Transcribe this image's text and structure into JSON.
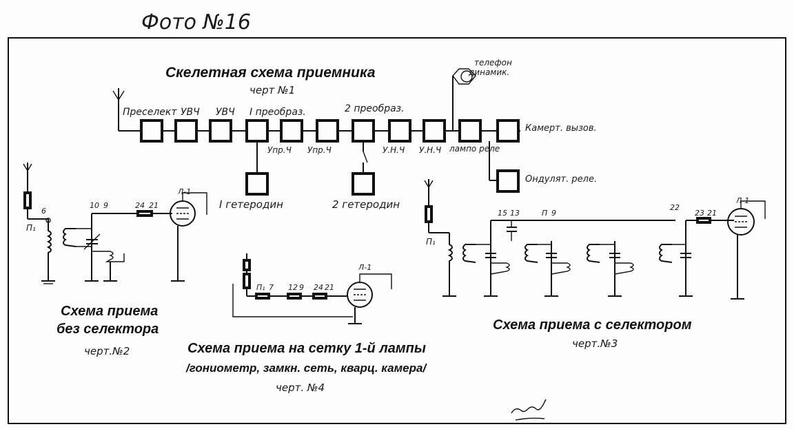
{
  "photo_label": "Фото №16",
  "block_diagram": {
    "title": "Скелетная схема приемника",
    "subtitle": "черт №1",
    "top_labels": [
      "Преселект",
      "УВЧ",
      "УВЧ",
      "I преобраз.",
      "2 преобраз."
    ],
    "bottom_labels": [
      "Упр.Ч",
      "Упр.Ч",
      "У.Н.Ч",
      "У.Н.Ч",
      "лампо реле"
    ],
    "right_labels": [
      "Камерт. вызов.",
      "Ондулят. реле."
    ],
    "speaker_label": "телефон динамик.",
    "heterodyne_1": "I гетеродин",
    "heterodyne_2": "2 гетеродин"
  },
  "diagram_2": {
    "title_line1": "Схема приема",
    "title_line2": "без селектора",
    "subtitle": "черт.№2",
    "labels": [
      "П₁",
      "6",
      "10",
      "9",
      "24",
      "21",
      "Л-1"
    ]
  },
  "diagram_3": {
    "title": "Схема приема с селектором",
    "subtitle": "черт.№3",
    "labels": [
      "П₁",
      "15",
      "13",
      "П",
      "9",
      "22",
      "23",
      "21",
      "Л-1"
    ]
  },
  "diagram_4": {
    "title": "Схема приема на сетку 1-й лампы",
    "subtitle_line": "/гониометр, замкн. сеть, кварц. камера/",
    "ref": "черт. №4",
    "labels": [
      "П₁",
      "7",
      "12",
      "9",
      "24",
      "21",
      "Л-1"
    ]
  }
}
